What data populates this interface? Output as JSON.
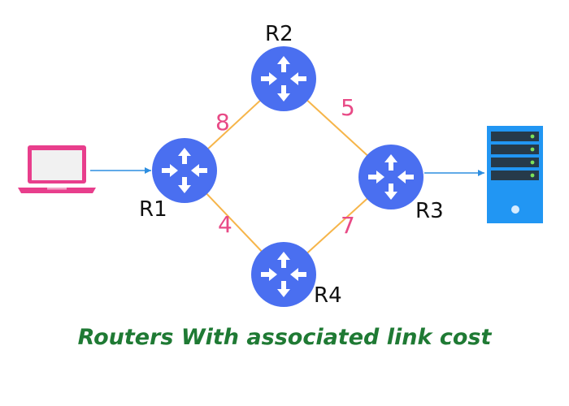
{
  "colors": {
    "router": "#4a6ff0",
    "link": "#f6b54a",
    "arrow": "#2d8ee0",
    "cost": "#e84a86",
    "laptop": "#e83e8c",
    "server": "#2196f3",
    "server_led": "#7be05a",
    "caption": "#1f7a34"
  },
  "icons": {
    "router": "router-icon",
    "laptop": "laptop-icon",
    "server": "server-icon"
  },
  "routers": [
    {
      "label": "R1"
    },
    {
      "label": "R2"
    },
    {
      "label": "R3"
    },
    {
      "label": "R4"
    }
  ],
  "links": [
    {
      "from": "R1",
      "to": "R2",
      "cost": "8"
    },
    {
      "from": "R2",
      "to": "R3",
      "cost": "5"
    },
    {
      "from": "R1",
      "to": "R4",
      "cost": "4"
    },
    {
      "from": "R4",
      "to": "R3",
      "cost": "7"
    }
  ],
  "caption": "Routers With associated link cost"
}
